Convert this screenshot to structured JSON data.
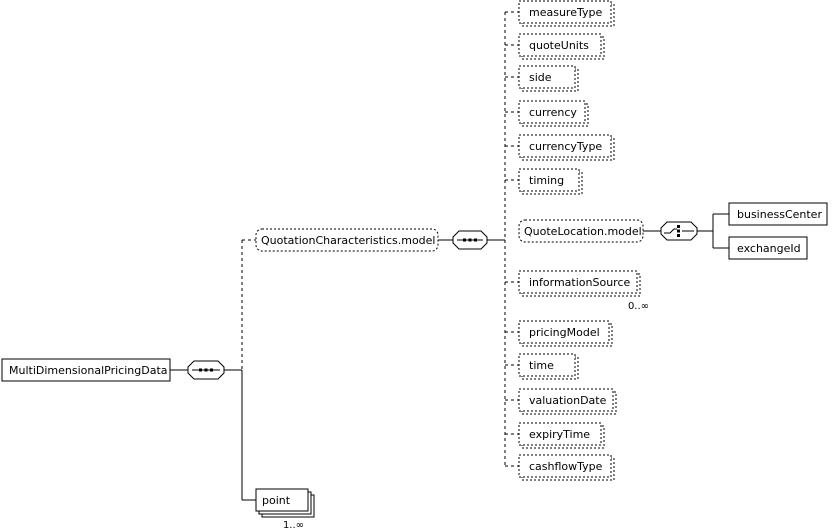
{
  "diagram": {
    "root": {
      "label": "MultiDimensionalPricingData"
    },
    "groups": {
      "quotation": {
        "label": "QuotationCharacteristics.model",
        "optional": true
      },
      "quote_location": {
        "label": "QuoteLocation.model",
        "optional": true
      }
    },
    "compositors": [
      {
        "kind": "sequence",
        "owner": "root"
      },
      {
        "kind": "sequence",
        "owner": "quotation"
      },
      {
        "kind": "choice",
        "owner": "quote_location"
      }
    ],
    "quotation_elements": [
      {
        "label": "measureType",
        "optional": true
      },
      {
        "label": "quoteUnits",
        "optional": true
      },
      {
        "label": "side",
        "optional": true
      },
      {
        "label": "currency",
        "optional": true
      },
      {
        "label": "currencyType",
        "optional": true
      },
      {
        "label": "timing",
        "optional": true
      },
      {
        "label": "informationSource",
        "optional": true,
        "occurrence": "0..∞"
      },
      {
        "label": "pricingModel",
        "optional": true
      },
      {
        "label": "time",
        "optional": true
      },
      {
        "label": "valuationDate",
        "optional": true
      },
      {
        "label": "expiryTime",
        "optional": true
      },
      {
        "label": "cashflowType",
        "optional": true
      }
    ],
    "location_elements": [
      {
        "label": "businessCenter",
        "optional": false
      },
      {
        "label": "exchangeId",
        "optional": false
      }
    ],
    "point": {
      "label": "point",
      "occurrence": "1..∞"
    },
    "colors": {
      "line": "#000000",
      "box_fill": "#ffffff",
      "shadow": "#999999"
    }
  }
}
